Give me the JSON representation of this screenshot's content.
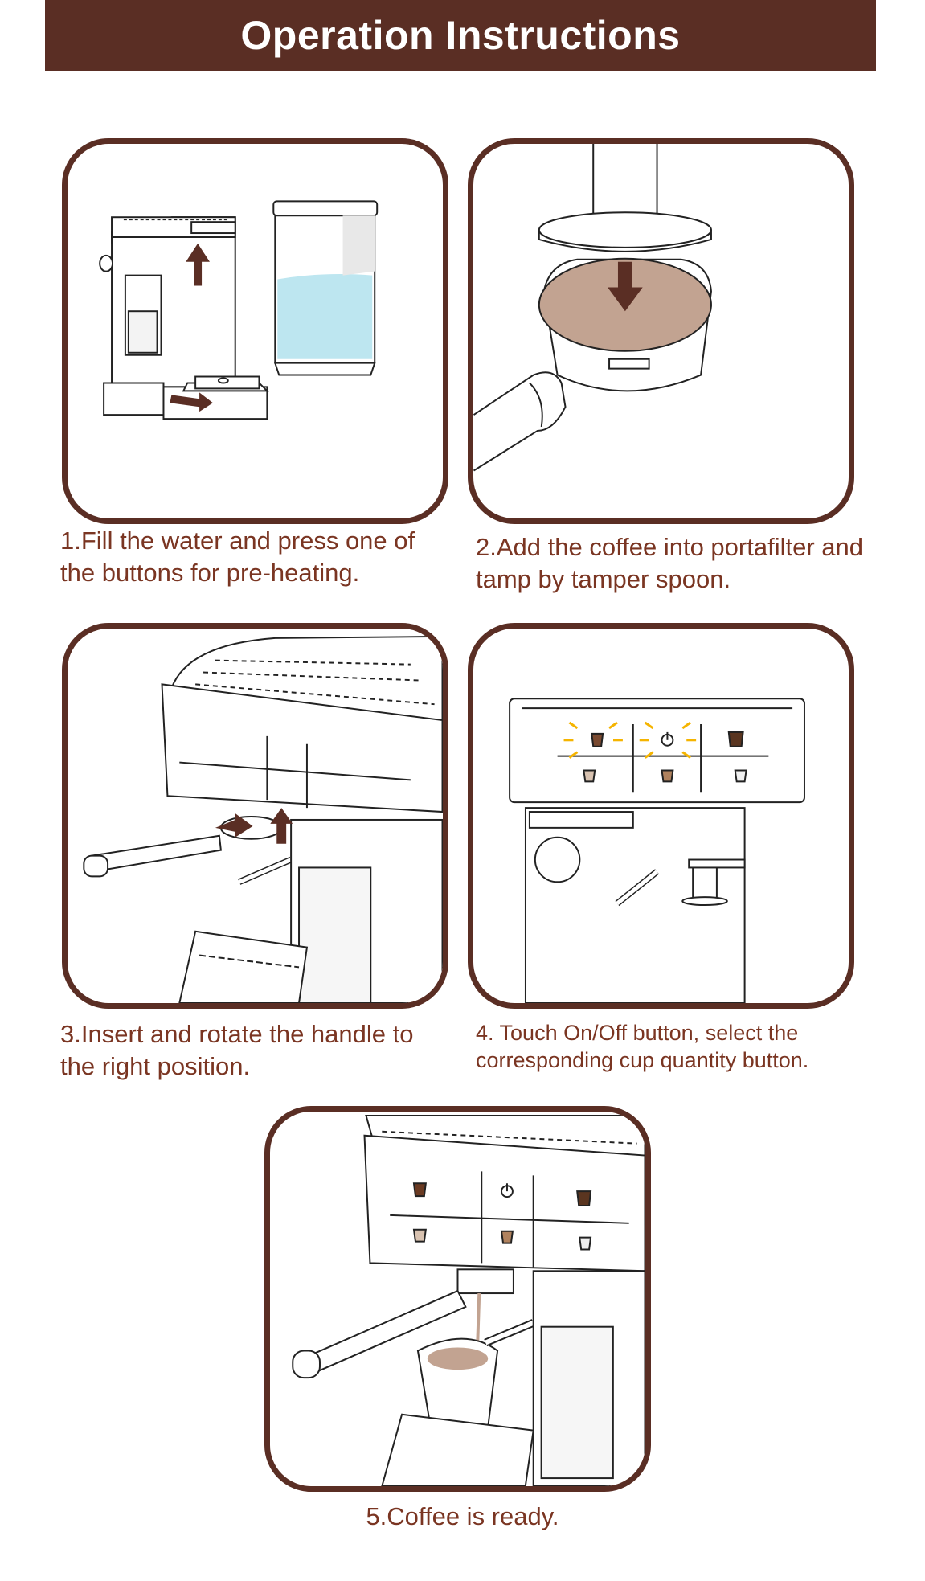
{
  "header": {
    "title": "Operation Instructions"
  },
  "steps": [
    {
      "caption_line1": "1.Fill the water and press one of",
      "caption_line2": "the buttons for pre-heating."
    },
    {
      "caption_line1": "2.Add the coffee into portafilter and",
      "caption_line2": "tamp by tamper spoon."
    },
    {
      "caption_line1": "3.Insert and rotate the handle to",
      "caption_line2": "the right position."
    },
    {
      "caption_line1": "4. Touch On/Off  button, select the",
      "caption_line2": "corresponding cup quantity button."
    },
    {
      "caption_line1": "5.Coffee is ready."
    }
  ],
  "colors": {
    "brand_brown": "#5a2e24",
    "caption_brown": "#7a3522",
    "water_blue": "#bde6f0",
    "coffee_grounds": "#c2a391",
    "highlight_yellow": "#f5b400"
  }
}
